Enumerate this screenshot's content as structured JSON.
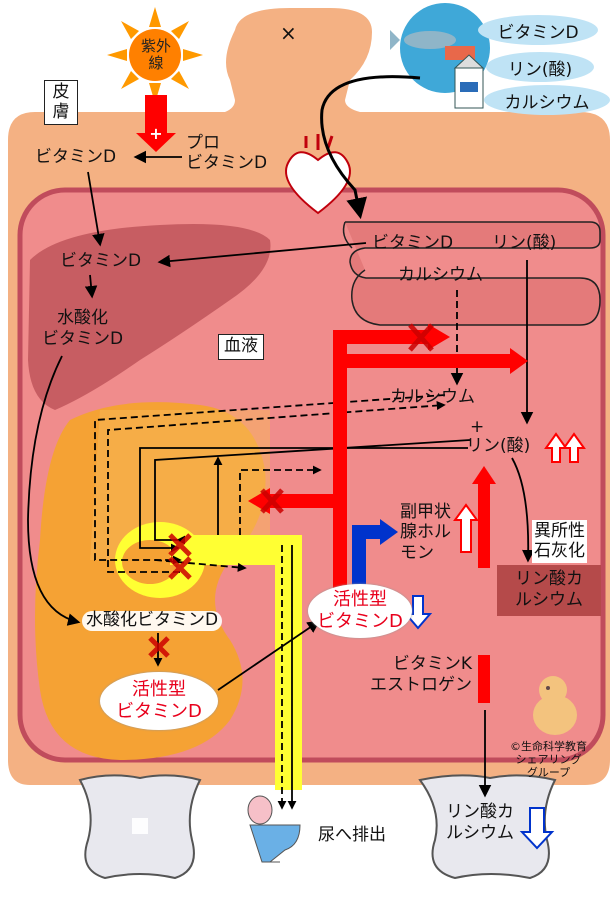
{
  "colors": {
    "body_outer": "#f4b183",
    "body_inner": "#f08c8c",
    "liver": "#c0555a",
    "kidney": "#f5a234",
    "urine_tube": "#ffff33",
    "red_arrow": "#ff0000",
    "blue_arrow": "#0033cc",
    "intestine": "#e88080",
    "phosphate_box": "#b54a4a"
  },
  "labels": {
    "uv": "紫外線",
    "skin": "皮膚",
    "provitd": "プロ\nビタミンD",
    "vitd_skin": "ビタミンD",
    "vitd_liver": "ビタミンD",
    "hydroxy_vitd": "水酸化\nビタミンD",
    "blood": "血液",
    "vitd_gut": "ビタミンD",
    "phos_gut": "リン(酸)",
    "calcium_gut": "カルシウム",
    "calcium_blood": "カルシウム",
    "plus": "+",
    "phos_blood": "リン(酸)",
    "pth": "副甲状\n腺ホル\nモン",
    "ectopic": "異所性\n石灰化",
    "caphos_blood": "リン酸カ\nルシウム",
    "active_vitd_blood": "活性型\nビタミンD",
    "hydroxy_vitd_kidney": "水酸化ビタミンD",
    "active_vitd_kidney": "活性型\nビタミンD",
    "vitk_estrogen": "ビタミンK\nエストロゲン",
    "urine": "尿へ排出",
    "caphos_bone": "リン酸カ\nルシウム",
    "copyright": "©生命科学教育\nシェアリング\nグループ",
    "food_vitd": "ビタミンD",
    "food_phos": "リン(酸)",
    "food_calcium": "カルシウム",
    "mouth_x": "×"
  },
  "icons": [
    "sun-icon",
    "heart-icon",
    "fish-icon",
    "milk-carton-icon",
    "toilet-icon",
    "chick-icon",
    "bone-icon"
  ]
}
